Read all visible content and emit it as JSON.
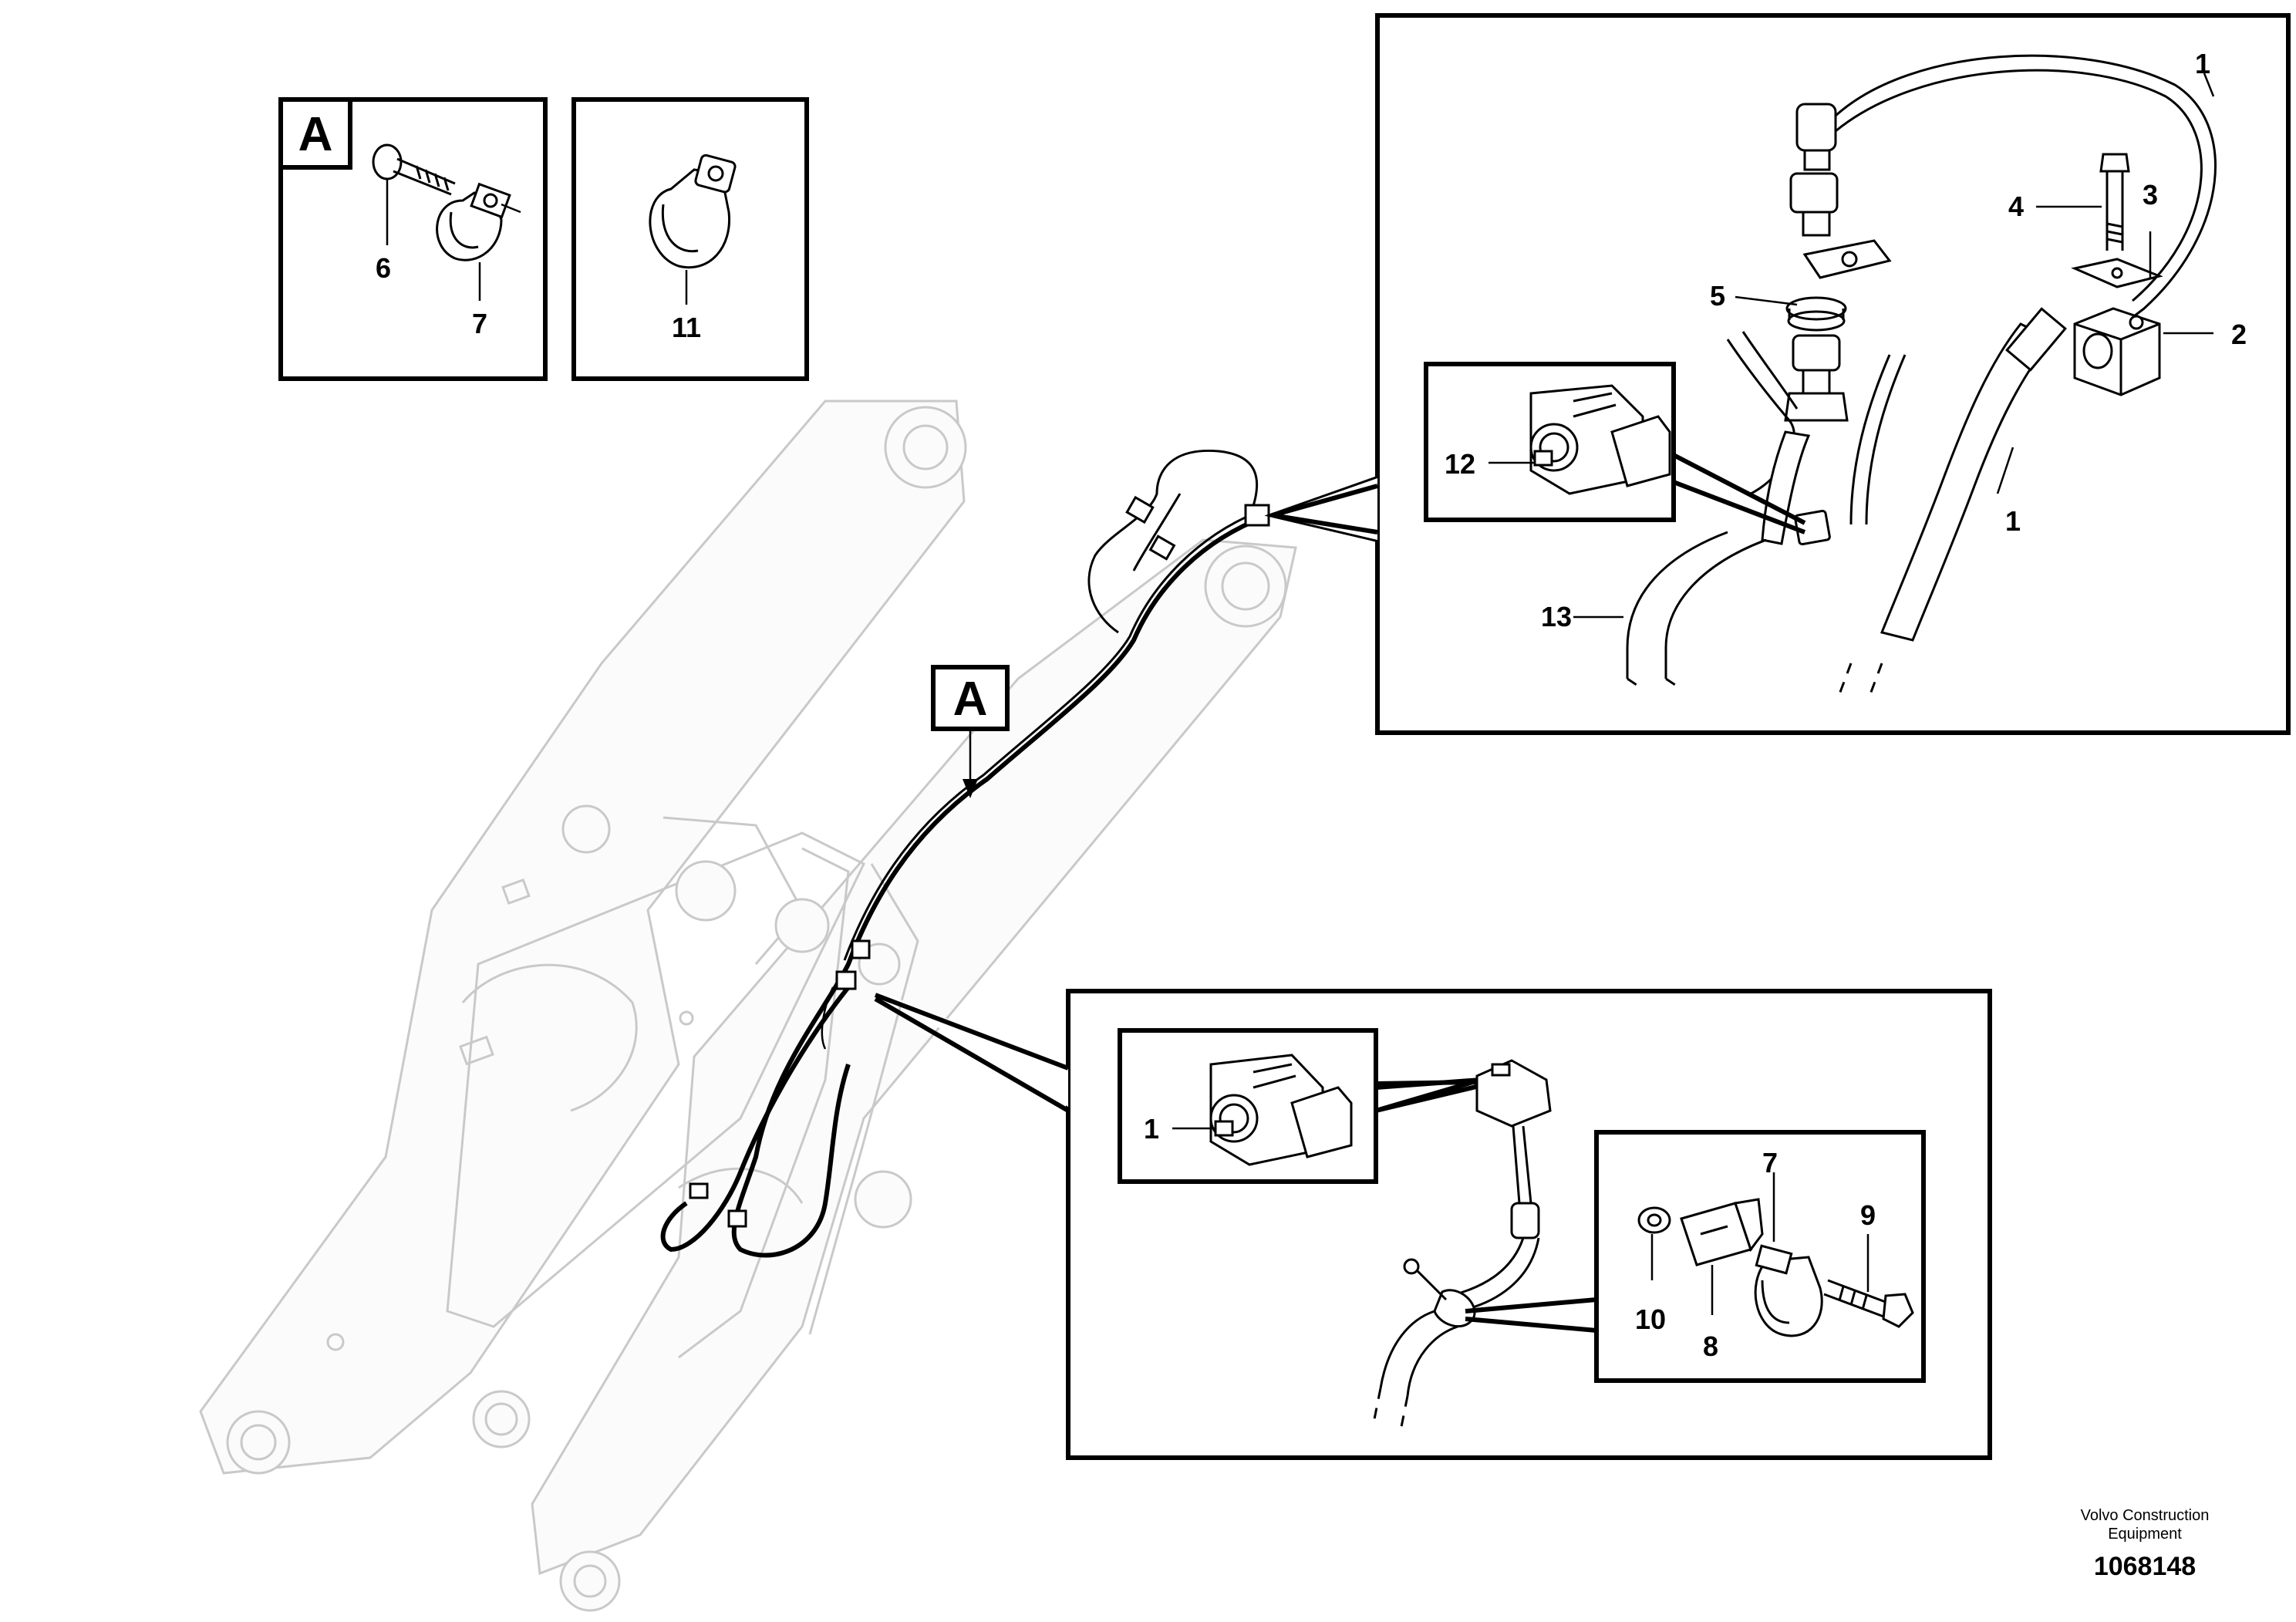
{
  "section_marker": "A",
  "parts": {
    "p1": "1",
    "p2": "2",
    "p3": "3",
    "p4": "4",
    "p5": "5",
    "p6": "6",
    "p7": "7",
    "p8": "8",
    "p9": "9",
    "p10": "10",
    "p11": "11",
    "p12": "12",
    "p13": "13"
  },
  "footer": {
    "brand_line1": "Volvo Construction",
    "brand_line2": "Equipment",
    "drawing_number": "1068148"
  }
}
